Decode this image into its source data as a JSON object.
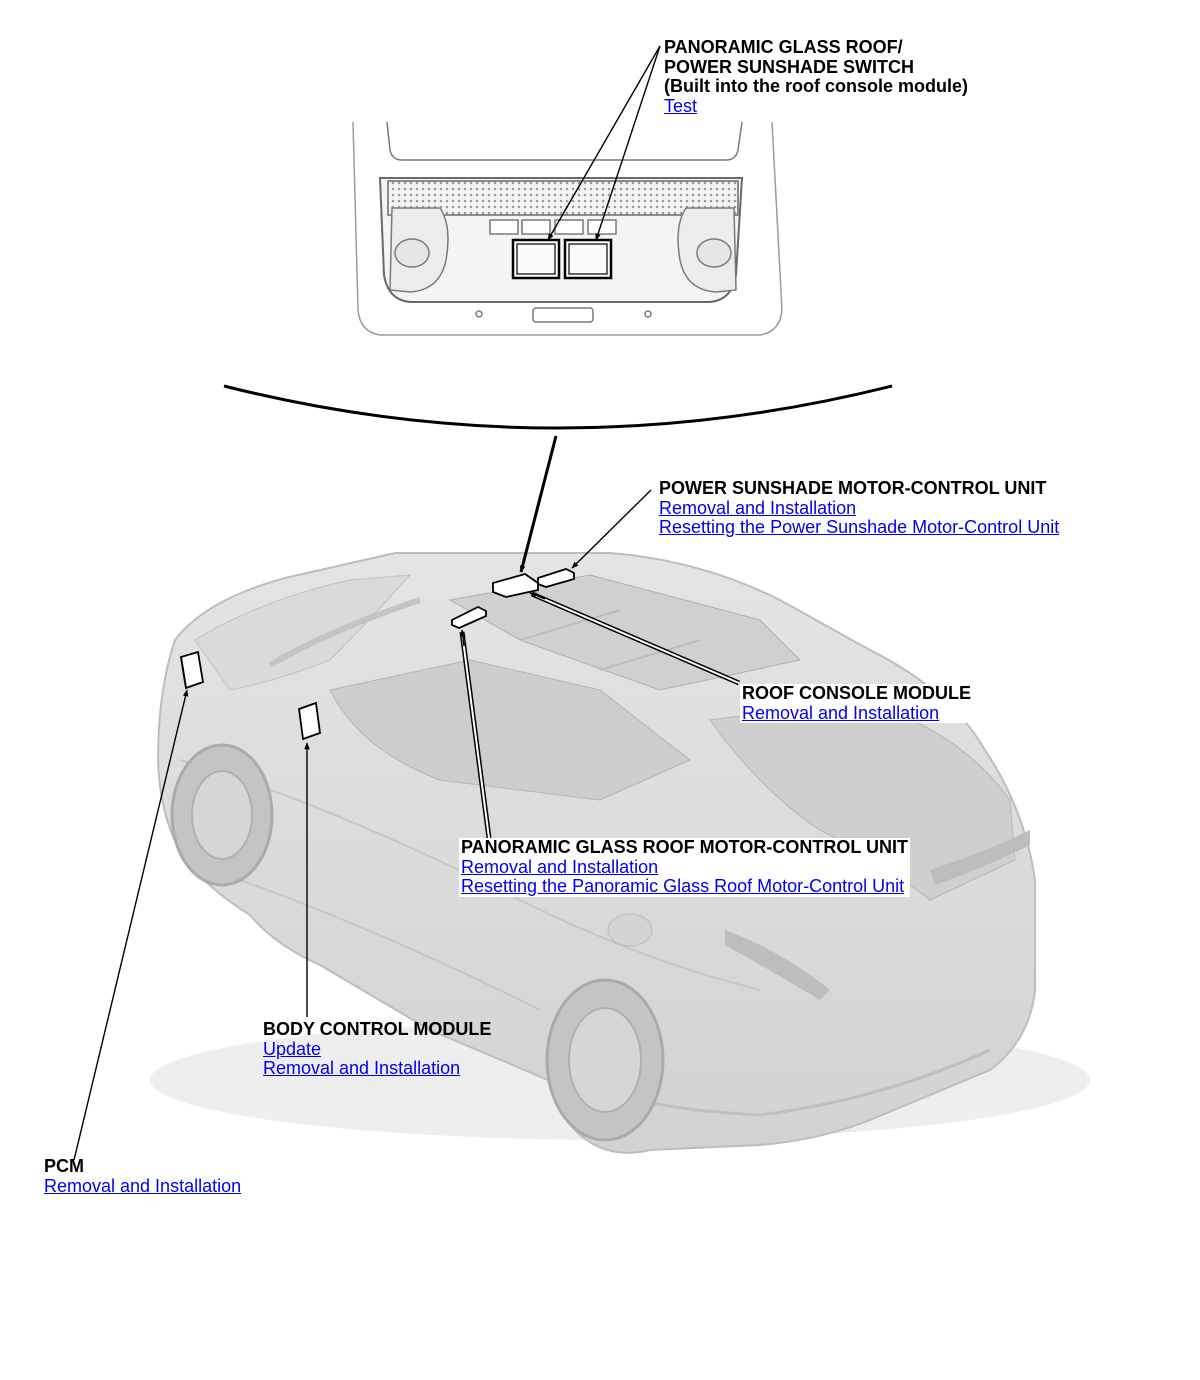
{
  "callouts": {
    "switch": {
      "title_line1": "PANORAMIC GLASS ROOF/",
      "title_line2": "POWER SUNSHADE SWITCH",
      "title_line3": "(Built into the roof console module)",
      "links": [
        "Test"
      ]
    },
    "sunshade_unit": {
      "title": "POWER SUNSHADE MOTOR-CONTROL UNIT",
      "links": [
        "Removal and Installation",
        "Resetting the Power Sunshade Motor-Control Unit"
      ]
    },
    "roof_console": {
      "title": "ROOF CONSOLE MODULE",
      "links": [
        "Removal and Installation"
      ]
    },
    "glass_roof_unit": {
      "title": "PANORAMIC GLASS ROOF MOTOR-CONTROL UNIT",
      "links": [
        "Removal and Installation",
        "Resetting the Panoramic Glass Roof Motor-Control Unit"
      ]
    },
    "bcm": {
      "title": "BODY CONTROL MODULE",
      "links": [
        "Update",
        "Removal and Installation"
      ]
    },
    "pcm": {
      "title": "PCM",
      "links": [
        "Removal and Installation"
      ]
    }
  },
  "colors": {
    "link": "#0000ee",
    "car_body": "#d9d9d9",
    "car_shadow": "#c6c6c6",
    "line": "#000000"
  }
}
